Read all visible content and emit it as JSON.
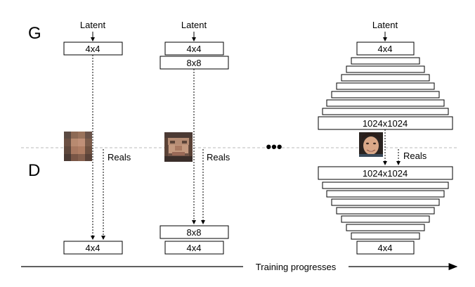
{
  "section_labels": {
    "generator": "G",
    "discriminator": "D"
  },
  "latent_label": "Latent",
  "reals_label": "Reals",
  "ellipsis": "•••",
  "axis_label": "Training progresses",
  "stages": [
    {
      "generator_blocks": [
        "4x4"
      ],
      "discriminator_blocks": [
        "4x4"
      ],
      "face": "blurry-4x4-face"
    },
    {
      "generator_blocks": [
        "4x4",
        "8x8"
      ],
      "discriminator_blocks": [
        "8x8",
        "4x4"
      ],
      "face": "blurry-8x8-face"
    },
    {
      "generator_blocks": [
        "4x4",
        "",
        "",
        "",
        "",
        "",
        "",
        "",
        "1024x1024"
      ],
      "discriminator_blocks": [
        "1024x1024",
        "",
        "",
        "",
        "",
        "",
        "",
        "",
        "4x4"
      ],
      "face": "sharp-1024-face"
    }
  ],
  "colors": {
    "box_stroke": "#000000",
    "dashed_divider": "#bbbbbb",
    "arrow": "#000000"
  }
}
